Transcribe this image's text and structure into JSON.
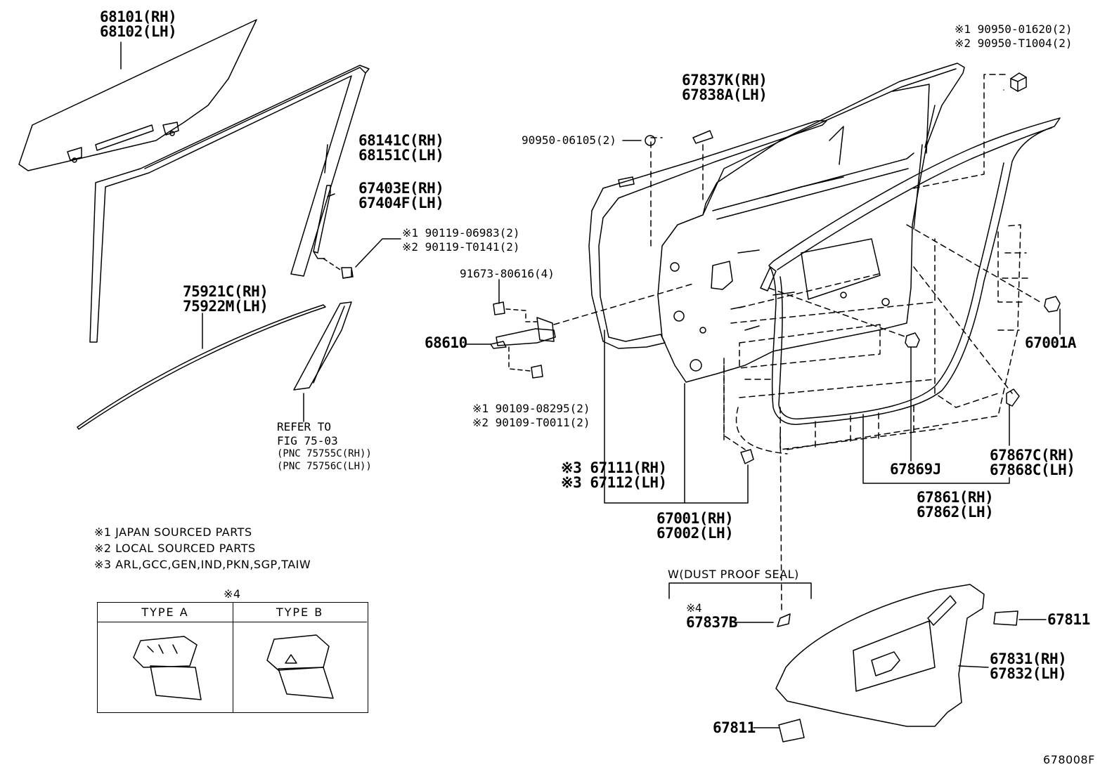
{
  "parts": {
    "p68101": [
      "68101(RH)",
      "68102(LH)"
    ],
    "p68141": [
      "68141C(RH)",
      "68151C(LH)"
    ],
    "p67403": [
      "67403E(RH)",
      "67404F(LH)"
    ],
    "p90119": [
      "※1 90119-06983(2)",
      "※2 90119-T0141(2)"
    ],
    "p75921": [
      "75921C(RH)",
      "75922M(LH)"
    ],
    "refer": [
      "REFER TO",
      "FIG 75-03",
      "(PNC 75755C(RH))",
      "(PNC 75756C(LH))"
    ],
    "p91673": "91673-80616(4)",
    "p68610": "68610",
    "p90109": [
      "※1  90109-08295(2)",
      "※2  90109-T0011(2)"
    ],
    "p90950a": "90950-06105(2)",
    "p67837k": [
      "67837K(RH)",
      "67838A(LH)"
    ],
    "p90950b": [
      "※1 90950-01620(2)",
      "※2 90950-T1004(2)"
    ],
    "p67001a": "67001A",
    "p67111": [
      "※3 67111(RH)",
      "※3 67112(LH)"
    ],
    "p67001": [
      "67001(RH)",
      "67002(LH)"
    ],
    "p67869": "67869J",
    "p67867": [
      "67867C(RH)",
      "67868C(LH)"
    ],
    "p67861": [
      "67861(RH)",
      "67862(LH)"
    ],
    "dust": "W(DUST PROOF SEAL)",
    "p67837b": [
      "※4",
      "67837B"
    ],
    "p67811a": "67811",
    "p67831": [
      "67831(RH)",
      "67832(LH)"
    ],
    "p67811b": "67811"
  },
  "notes": [
    "※1 JAPAN SOURCED PARTS",
    "※2 LOCAL SOURCED PARTS",
    "※3 ARL,GCC,GEN,IND,PKN,SGP,TAIW"
  ],
  "type_table": {
    "mark": "※4",
    "type_a": "TYPE  A",
    "type_b": "TYPE  B"
  },
  "figure_code": "678008F"
}
